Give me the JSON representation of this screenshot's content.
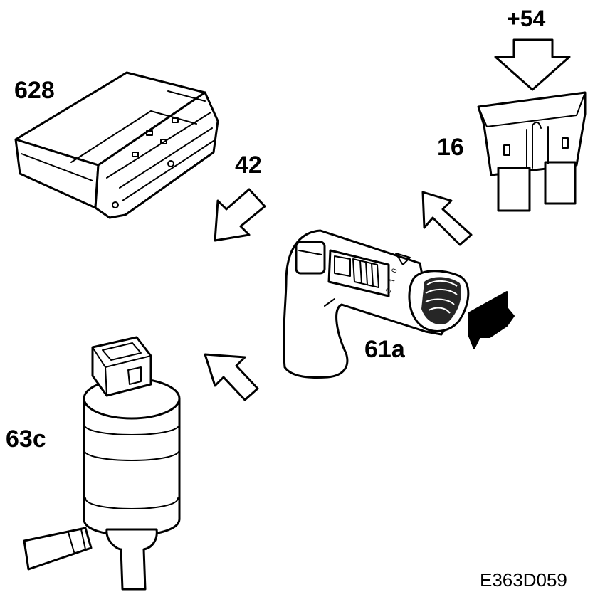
{
  "labels": {
    "supply": "+54",
    "control_module": "628",
    "fuse": "16",
    "harness": "42",
    "stalk": "61a",
    "pump": "63c",
    "figure_ref": "E363D059"
  },
  "stalk_positions": [
    "0",
    "1",
    "2"
  ],
  "icons": [
    "washer-stalk-icon",
    "fuse-icon",
    "control-module-icon",
    "washer-pump-icon",
    "arrow-icon"
  ]
}
